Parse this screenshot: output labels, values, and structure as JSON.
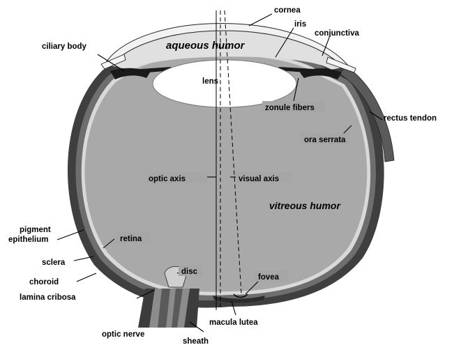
{
  "diagram": {
    "labels": {
      "cornea": "cornea",
      "iris": "iris",
      "conjunctiva": "conjunctiva",
      "ciliary_body": "ciliary body",
      "aqueous_humor": "aqueous humor",
      "lens": "lens",
      "zonule_fibers": "zonule fibers",
      "rectus_tendon": "rectus tendon",
      "ora_serrata": "ora serrata",
      "optic_axis": "optic axis",
      "visual_axis": "visual axis",
      "vitreous_humor": "vitreous humor",
      "pigment": "pigment",
      "epithelium": "epithelium",
      "retina": "retina",
      "sclera": "sclera",
      "choroid": "choroid",
      "lamina_cribosa": "lamina cribosa",
      "disc": "disc",
      "fovea": "fovea",
      "macula_lutea": "macula lutea",
      "optic_nerve": "optic nerve",
      "sheath": "sheath"
    },
    "colors": {
      "vitreous": "#a9a9a9",
      "sclera": "#3f3f3f",
      "choroid": "#6e6e6e",
      "retina": "#d9d9d9",
      "cornea": "#e9e9e9",
      "lens": "#ffffff",
      "iris": "#1a1a1a"
    }
  }
}
